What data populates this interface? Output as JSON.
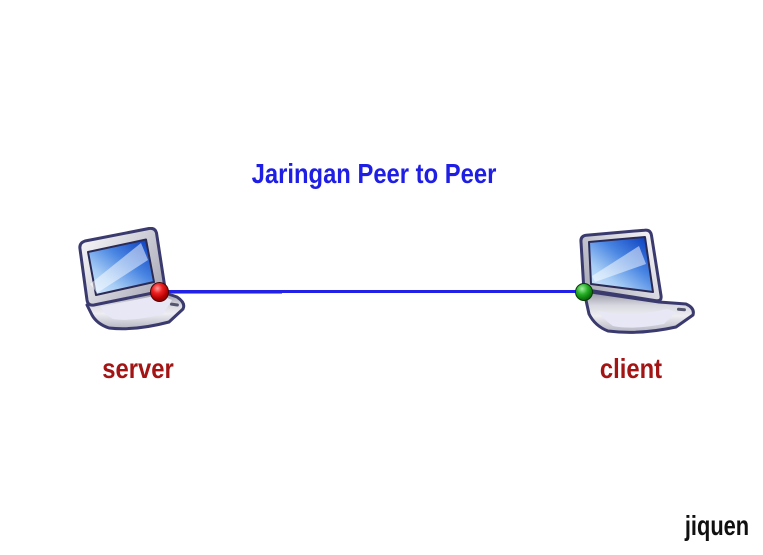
{
  "title": {
    "text": "Jaringan Peer to Peer",
    "color": "#1E1EE4"
  },
  "diagram": {
    "type": "peer-to-peer-network",
    "nodes": [
      {
        "id": "server",
        "label": "server",
        "icon": "laptop-icon",
        "connection_dot_color": "#B40000",
        "dot_side": "right"
      },
      {
        "id": "client",
        "label": "client",
        "icon": "laptop-icon",
        "connection_dot_color": "#0C7C0C",
        "dot_side": "left"
      }
    ],
    "link": {
      "from": "server",
      "to": "client",
      "style": "solid",
      "color": "#2121E8"
    },
    "label_color": "#A31515"
  },
  "credit": {
    "text": "jiquen",
    "color": "#101010"
  },
  "background": "#FFFFFF"
}
